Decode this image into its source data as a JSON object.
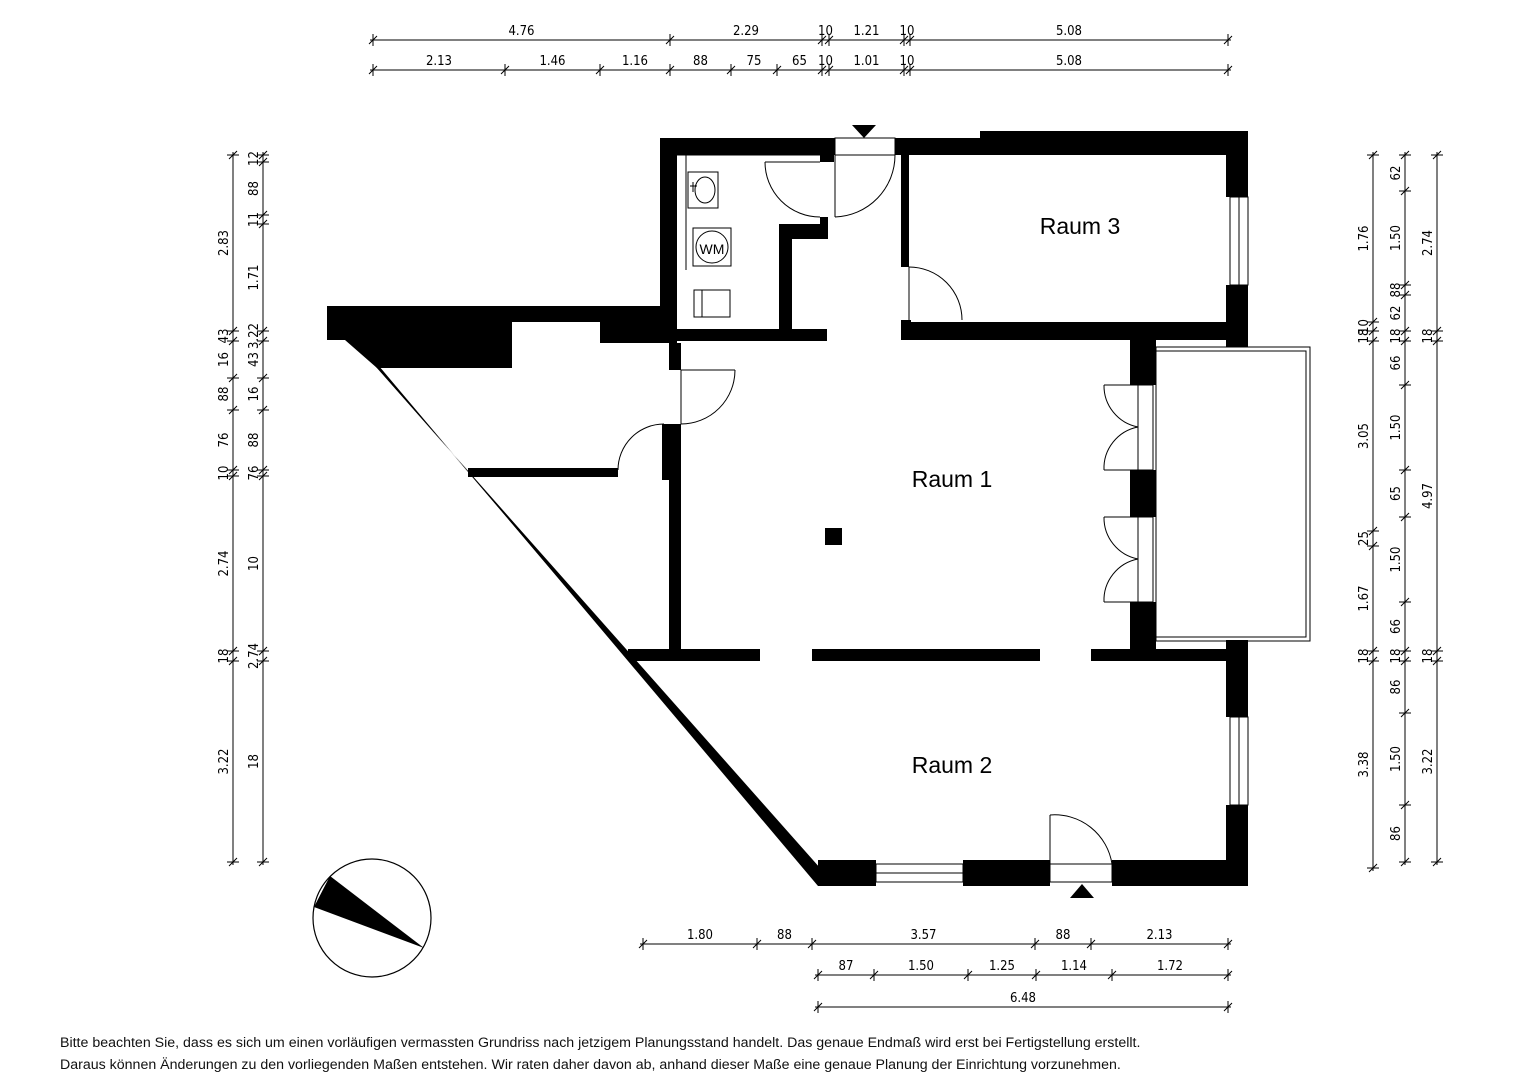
{
  "rooms": {
    "raum1": "Raum 1",
    "raum2": "Raum 2",
    "raum3": "Raum 3",
    "wm": "WM"
  },
  "dims": {
    "top_row1": [
      "4.76",
      "2.29",
      "10",
      "1.21",
      "10",
      "5.08"
    ],
    "top_row2": [
      "2.13",
      "1.46",
      "1.16",
      "88",
      "75",
      "65",
      "10",
      "1.01",
      "10",
      "5.08"
    ],
    "left_outer": [
      "2.83",
      "43",
      "16",
      "88",
      "76",
      "10",
      "2.74",
      "18",
      "3.22"
    ],
    "left_inner": [
      "12",
      "88",
      "11",
      "1.71",
      "43",
      "16",
      "88",
      "76",
      "10",
      "2.74",
      "18",
      "3.22"
    ],
    "right_a": [
      "1.76",
      "10",
      "18",
      "3.05",
      "25",
      "1.67",
      "18",
      "3.38"
    ],
    "right_b": [
      "62",
      "1.50",
      "88",
      "62",
      "18",
      "66",
      "1.50",
      "65",
      "1.50",
      "66",
      "18",
      "86",
      "1.50",
      "86"
    ],
    "right_c": [
      "2.74",
      "18",
      "4.97",
      "18",
      "3.22"
    ],
    "bottom_row1": [
      "1.80",
      "88",
      "3.57",
      "88",
      "2.13"
    ],
    "bottom_row2": [
      "87",
      "1.50",
      "1.25",
      "1.14",
      "1.72"
    ],
    "bottom_row3": [
      "6.48"
    ]
  },
  "disclaimer": {
    "line1": "Bitte beachten Sie, dass es sich um einen vorläufigen vermassten Grundriss nach jetzigem Planungsstand handelt. Das genaue Endmaß wird erst bei Fertigstellung erstellt.",
    "line2": "Daraus können Änderungen zu den vorliegenden Maßen entstehen. Wir raten daher davon ab, anhand dieser Maße eine genaue Planung der Einrichtung vorzunehmen."
  }
}
